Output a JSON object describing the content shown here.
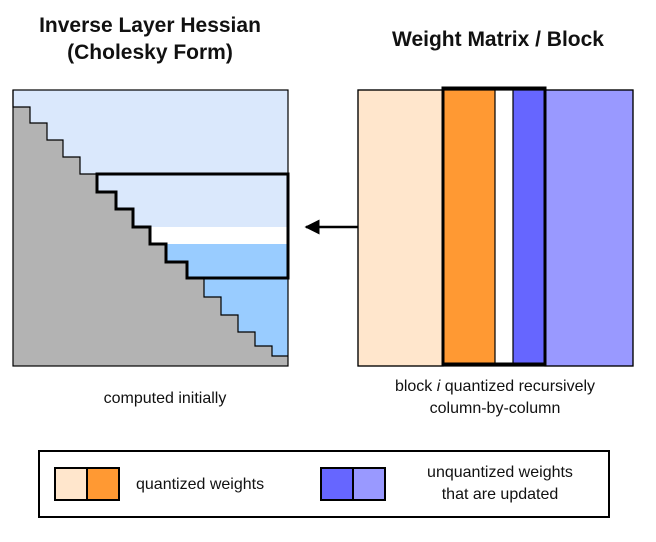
{
  "titles": {
    "left_line1": "Inverse Layer Hessian",
    "left_line2": "(Cholesky Form)",
    "right": "Weight Matrix / Block"
  },
  "captions": {
    "left": "computed initially",
    "right_line1_prefix": "block ",
    "right_line1_var": "i",
    "right_line1_suffix": " quantized recursively",
    "right_line2": "column-by-column"
  },
  "legend": {
    "quantized_label": "quantized weights",
    "unquantized_line1": "unquantized weights",
    "unquantized_line2": "that are updated"
  },
  "colors": {
    "hessian_gray": "#b3b3b3",
    "hessian_light_blue": "#dae8fc",
    "hessian_mid_blue": "#99ccff",
    "quantized_light": "#ffe6cc",
    "quantized_orange": "#ff9933",
    "unquantized_blue": "#6666ff",
    "unquantized_light_blue": "#9999ff"
  }
}
